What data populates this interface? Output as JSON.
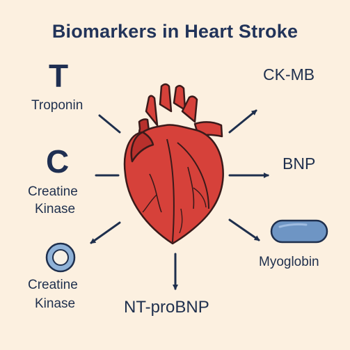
{
  "title": "Biomarkers in Heart Stroke",
  "left": {
    "troponin_letter": "T",
    "troponin_label": "Troponin",
    "creatine_letter": "C",
    "creatine_label_1": "Creatine",
    "creatine_label_2": "Kinase",
    "creatine2_label_1": "Creatine",
    "creatine2_label_2": "Kinase"
  },
  "right": {
    "ckmb_label": "CK-MB",
    "bnp_label": "BNP",
    "myoglobin_label": "Myoglobin"
  },
  "bottom": {
    "ntprobnp_label": "NT-proBNP"
  },
  "colors": {
    "background": "#fcf0e0",
    "text": "#1e2f4d",
    "heart": "#d6413a",
    "heart_shade": "#b8302c",
    "pill": "#6e95c4",
    "ring": "#8fb2d8"
  },
  "icons": [
    "heart-icon",
    "pill-icon",
    "ring-icon"
  ]
}
